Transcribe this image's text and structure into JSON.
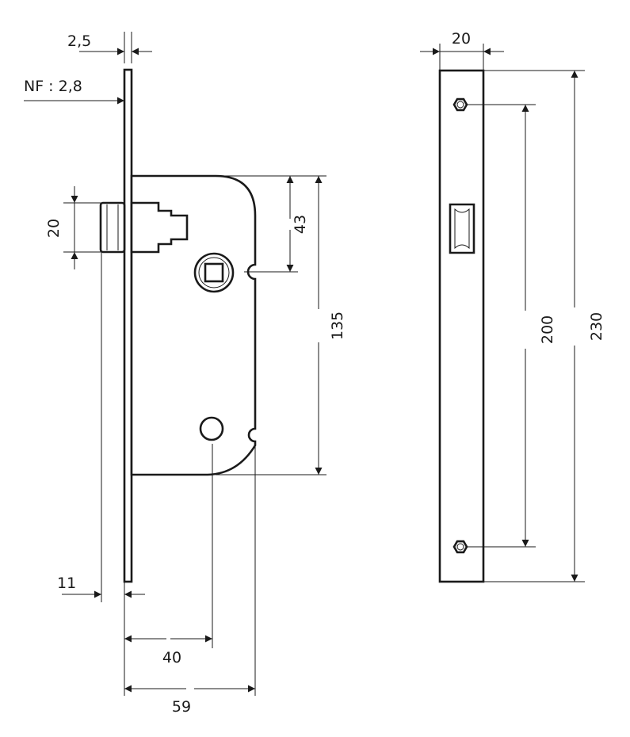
{
  "dimensions": {
    "faceplate_thickness": "2,5",
    "faceplate_nf": "NF : 2,8",
    "latch_height": "20",
    "spindle_to_top": "43",
    "case_height": "135",
    "latch_projection": "11",
    "backset": "40",
    "case_depth": "59",
    "plate_width": "20",
    "screw_spacing": "200",
    "plate_length": "230"
  }
}
